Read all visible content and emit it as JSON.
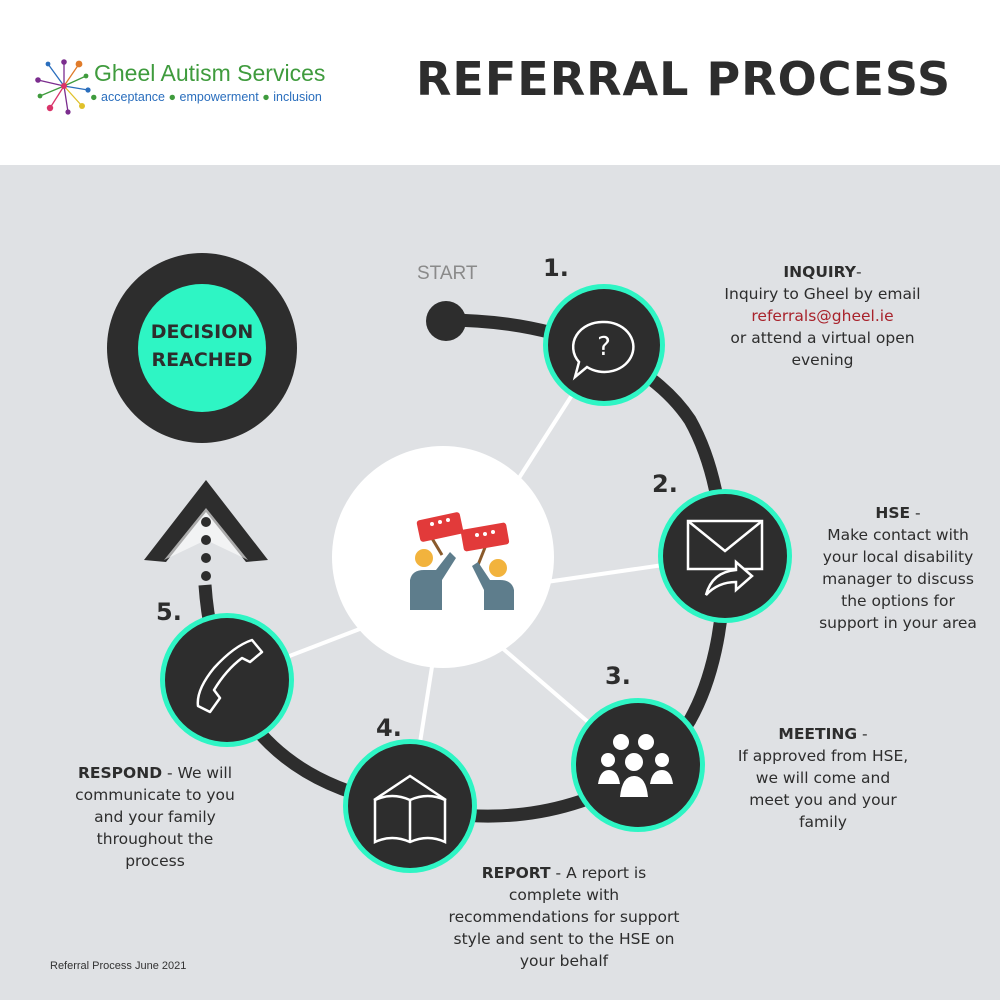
{
  "header": {
    "logo_name": "Gheel Autism Services",
    "logo_tagline": [
      "acceptance",
      "empowerment",
      "inclusion"
    ],
    "title": "REFERRAL PROCESS"
  },
  "diagram": {
    "start_label": "START",
    "decision_label": [
      "DECISION",
      "REACHED"
    ],
    "steps": [
      {
        "number": "1.",
        "title": "INQUIRY",
        "title_suffix": "-",
        "lines": [
          "Inquiry to Gheel by email"
        ],
        "email": "referrals@gheel.ie",
        "lines_after": [
          "or attend a virtual open",
          "evening"
        ],
        "icon": "question-bubble-icon"
      },
      {
        "number": "2.",
        "title": "HSE",
        "title_suffix": " -",
        "lines": [
          "Make contact with",
          "your local disability",
          "manager to discuss",
          "the options for",
          "support in your area"
        ],
        "icon": "envelope-forward-icon"
      },
      {
        "number": "3.",
        "title": "MEETING",
        "title_suffix": " -",
        "lines": [
          "If approved from HSE,",
          "we will come and",
          "meet you and your",
          "family"
        ],
        "icon": "group-icon"
      },
      {
        "number": "4.",
        "title": "REPORT",
        "lines": [
          "- A report is",
          "complete with",
          "recommendations for support",
          "style and sent to the HSE on",
          "your behalf"
        ],
        "icon": "open-book-icon"
      },
      {
        "number": "5.",
        "title": "RESPOND",
        "lines": [
          "- We will",
          "communicate to you",
          "and your family",
          "throughout the",
          "process"
        ],
        "icon": "phone-icon"
      }
    ]
  },
  "colors": {
    "accent": "#2ef5c4",
    "dark": "#2d2d2d",
    "background": "#dfe1e4",
    "email": "#a8222b",
    "logo_green": "#3f9b3d",
    "logo_blue": "#2a6ebd"
  },
  "footer": "Referral Process June 2021"
}
